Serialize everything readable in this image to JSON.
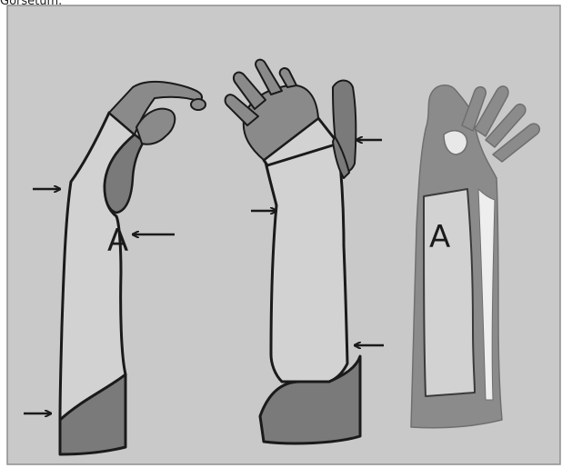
{
  "caption": "Gorsetum.",
  "colors": {
    "background": "#c9c9c9",
    "panel_border": "#8e8e8e",
    "cast_fill": "#d2d2d2",
    "padding_fill": "#7a7a7a",
    "splint_fill": "#8b8b8b",
    "skin_fill": "#8a8a8a",
    "outline": "#1a1a1a"
  },
  "illustrations": [
    {
      "id": "left-cast",
      "label": "A",
      "arrow_count": 3
    },
    {
      "id": "middle-cast",
      "label": "",
      "arrow_count": 3
    },
    {
      "id": "right-splint",
      "label": "A",
      "arrow_count": 0
    }
  ]
}
